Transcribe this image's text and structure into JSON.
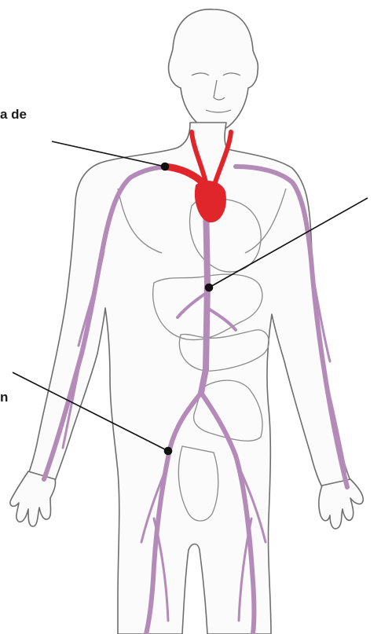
{
  "labels": {
    "top_left": "a de",
    "bottom_left": "n"
  },
  "colors": {
    "background": "#ffffff",
    "outline": "#6e6e6e",
    "vein": "#b48bb8",
    "artery": "#e0262a",
    "leader": "#111111"
  },
  "icons": [
    "human-body-illustration"
  ]
}
